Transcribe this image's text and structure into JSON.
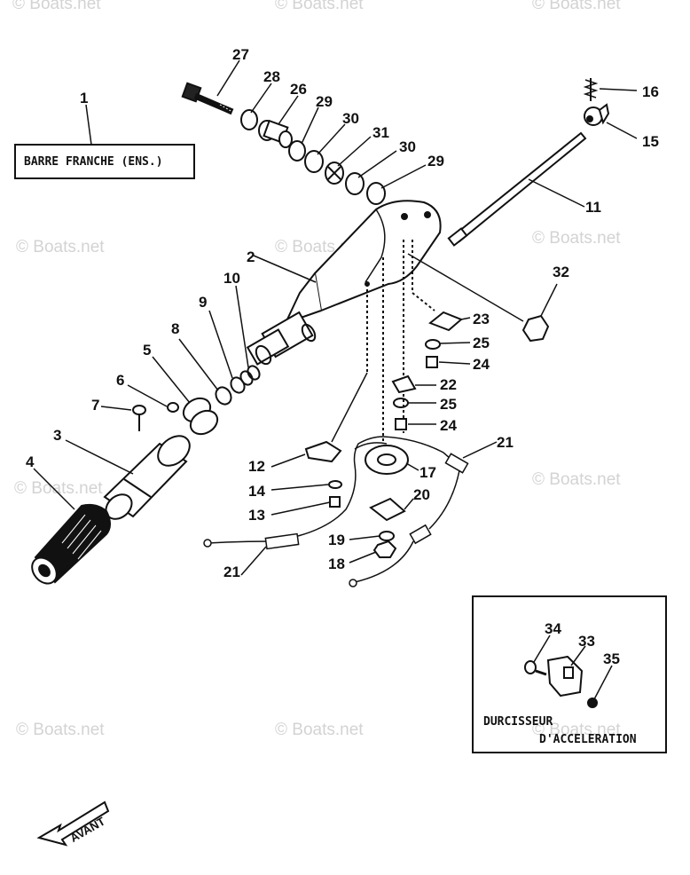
{
  "watermark": "© Boats.net",
  "title_box": "BARRE FRANCHE (ENS.)",
  "inset_caption_1": "DURCISSEUR",
  "inset_caption_2": "D'ACCELERATION",
  "direction_arrow": "AVANT",
  "callouts": {
    "p1": "1",
    "p2": "2",
    "p3": "3",
    "p4": "4",
    "p5": "5",
    "p6": "6",
    "p7": "7",
    "p8": "8",
    "p9": "9",
    "p10": "10",
    "p11": "11",
    "p12": "12",
    "p13": "13",
    "p14": "14",
    "p15": "15",
    "p16": "16",
    "p17": "17",
    "p18": "18",
    "p19": "19",
    "p20": "20",
    "p21a": "21",
    "p21b": "21",
    "p22": "22",
    "p23": "23",
    "p24a": "24",
    "p24b": "24",
    "p25a": "25",
    "p25b": "25",
    "p26": "26",
    "p27": "27",
    "p28": "28",
    "p29a": "29",
    "p29b": "29",
    "p30a": "30",
    "p30b": "30",
    "p31": "31",
    "p32": "32",
    "p33": "33",
    "p34": "34",
    "p35": "35"
  }
}
